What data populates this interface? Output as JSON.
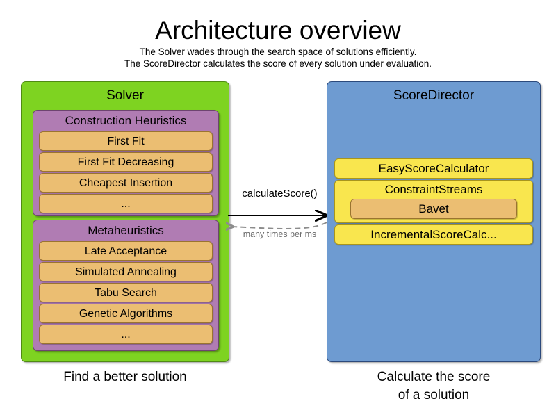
{
  "header": {
    "title": "Architecture overview",
    "subtitle_line1": "The Solver wades through the search space of solutions efficiently.",
    "subtitle_line2": "The ScoreDirector calculates the score of every solution under evaluation."
  },
  "solver": {
    "title": "Solver",
    "caption": "Find a better solution",
    "color": "#7ed321",
    "groups": [
      {
        "title": "Construction Heuristics",
        "color": "#b07cb3",
        "items": [
          {
            "label": "First Fit"
          },
          {
            "label": "First Fit Decreasing"
          },
          {
            "label": "Cheapest Insertion"
          },
          {
            "label": "..."
          }
        ]
      },
      {
        "title": "Metaheuristics",
        "color": "#b07cb3",
        "items": [
          {
            "label": "Late Acceptance"
          },
          {
            "label": "Simulated Annealing"
          },
          {
            "label": "Tabu Search"
          },
          {
            "label": "Genetic Algorithms"
          },
          {
            "label": "..."
          }
        ]
      }
    ]
  },
  "score_director": {
    "title": "ScoreDirector",
    "caption_line1": "Calculate the score",
    "caption_line2": "of a solution",
    "color": "#6e9bd1",
    "calculators": [
      {
        "label": "EasyScoreCalculator",
        "color": "#f9e64e",
        "subitem": null
      },
      {
        "label": "ConstraintStreams",
        "color": "#f9e64e",
        "subitem": "Bavet"
      },
      {
        "label": "IncrementalScoreCalc...",
        "color": "#f9e64e",
        "subitem": null
      }
    ]
  },
  "connector": {
    "request_label": "calculateScore()",
    "response_label": "many times per ms",
    "request_style": "solid-black-arrow-right",
    "response_style": "dashed-gray-arrow-left",
    "request_color": "#000000",
    "response_color": "#8c8c8c"
  }
}
